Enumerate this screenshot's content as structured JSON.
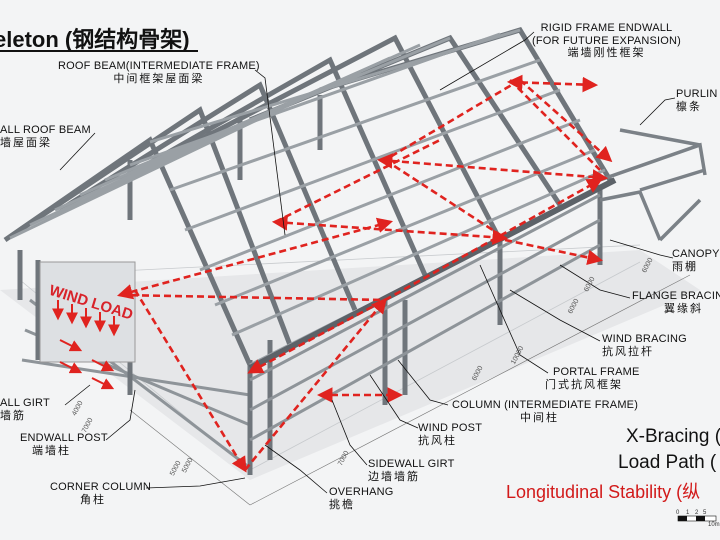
{
  "title": "eleton (钢结构骨架)",
  "labels": {
    "roof_beam": {
      "en": "ROOF BEAM(INTERMEDIATE FRAME)",
      "cn": "中间框架屋面梁"
    },
    "rigid_frame": {
      "en1": "RIGID FRAME ENDWALL",
      "en2": "(FOR FUTURE EXPANSION)",
      "cn": "端墙刚性框架"
    },
    "purlin": {
      "en": "PURLIN",
      "cn": "檩条"
    },
    "endwall_roof_beam": {
      "en": "ALL ROOF BEAM",
      "cn": "墙屋面梁"
    },
    "canopy": {
      "en": "CANOPY",
      "cn": "雨棚"
    },
    "flange_bracing": {
      "en": "FLANGE BRACING",
      "cn": "翼缘斜"
    },
    "wind_bracing": {
      "en": "WIND BRACING",
      "cn": "抗风拉杆"
    },
    "portal_frame": {
      "en": "PORTAL FRAME",
      "cn": "门式抗风框架"
    },
    "column": {
      "en": "COLUMN (INTERMEDIATE FRAME)",
      "cn": "中间柱"
    },
    "wind_post": {
      "en": "WIND POST",
      "cn": "抗风柱"
    },
    "sidewall_girt": {
      "en": "SIDEWALL GIRT",
      "cn": "边墙墙筋"
    },
    "overhang": {
      "en": "OVERHANG",
      "cn": "挑檐"
    },
    "corner_column": {
      "en": "CORNER COLUMN",
      "cn": "角柱"
    },
    "endwall_post": {
      "en": "ENDWALL POST",
      "cn": "端墙柱"
    },
    "endwall_girt": {
      "en": "ALL GIRT",
      "cn": "墙筋"
    }
  },
  "wind_load": "WIND LOAD",
  "legend": {
    "x_bracing": "X-Bracing (",
    "load_path": "Load Path (",
    "longitudinal": "Longitudinal Stability (纵"
  },
  "dimensions": [
    "6000",
    "6000",
    "6000",
    "7000",
    "5000",
    "4000",
    "7000",
    "5000",
    "10000",
    "6000"
  ],
  "scale": {
    "a": "0",
    "b": "1",
    "c": "2",
    "d": "5",
    "e": "10m"
  },
  "colors": {
    "steel": "#8e9499",
    "steel_dark": "#5c6268",
    "bracing": "#e0231f",
    "background": "#f3f4f5"
  }
}
